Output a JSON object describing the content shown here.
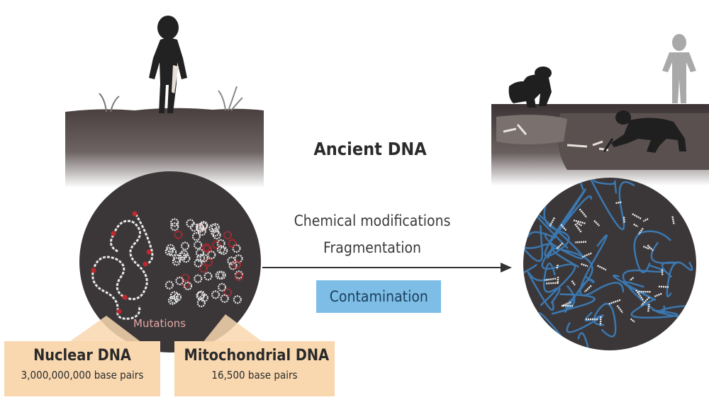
{
  "title": "Ancient DNA",
  "process": {
    "line1": "Chemical modifications",
    "line2": "Fragmentation",
    "contamination": "Contamination"
  },
  "mutations_label": "Mutations",
  "nuclear": {
    "title": "Nuclear DNA",
    "subtitle": "3,000,000,000 base pairs"
  },
  "mitochondrial": {
    "title": "Mitochondrial DNA",
    "subtitle": "16,500 base pairs"
  },
  "colors": {
    "soil_top": "#4a3f3f",
    "soil_bottom": "#ffffff",
    "circle": "#3b3739",
    "label_box": "#f9d8b0",
    "contamination_box": "#7dbde6",
    "mutation": "#c0282d",
    "contaminant_dna": "#3b78b0"
  }
}
